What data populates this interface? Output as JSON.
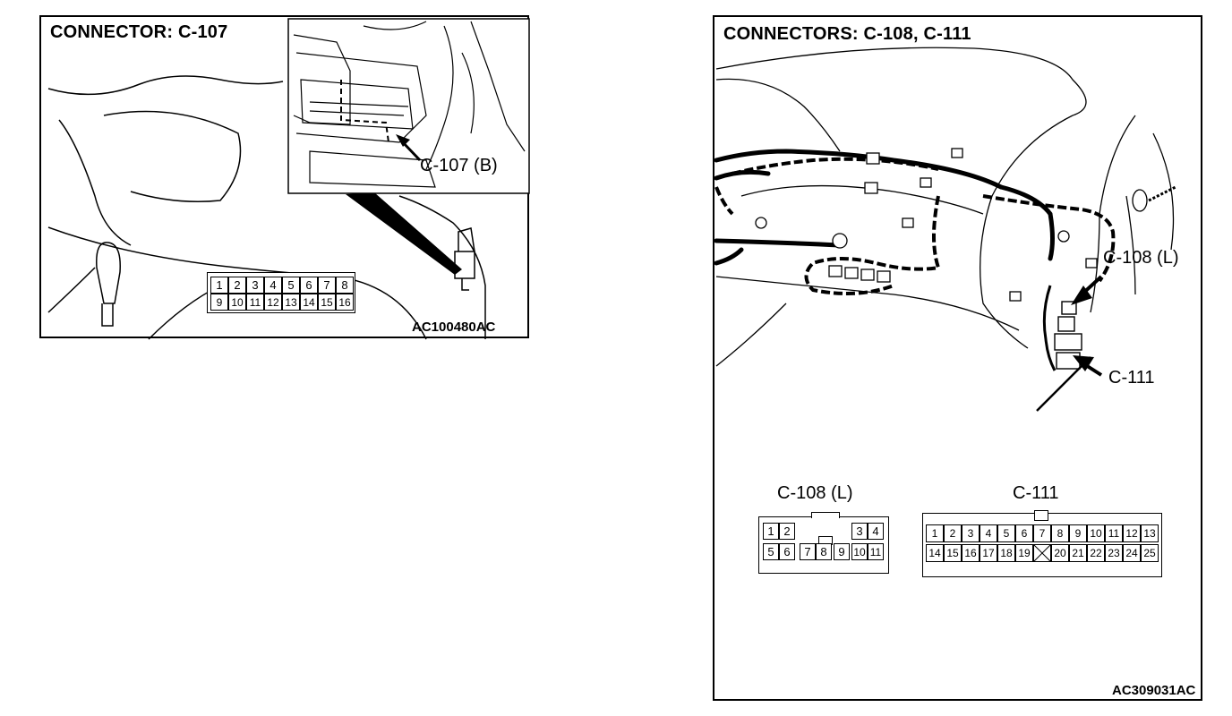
{
  "left_panel": {
    "title": "CONNECTOR: C-107",
    "callout": "C-107 (B)",
    "figure_code": "AC100480AC",
    "connector_pins": {
      "row1": [
        "1",
        "2",
        "3",
        "4",
        "5",
        "6",
        "7",
        "8"
      ],
      "row2": [
        "9",
        "10",
        "11",
        "12",
        "13",
        "14",
        "15",
        "16"
      ]
    }
  },
  "right_panel": {
    "title": "CONNECTORS: C-108, C-111",
    "callouts": [
      "C-108 (L)",
      "C-111"
    ],
    "figure_code": "AC309031AC",
    "c108": {
      "label": "C-108 (L)",
      "row1": [
        "1",
        "2",
        "",
        "",
        "",
        "3",
        "4"
      ],
      "row2": [
        "5",
        "6",
        "7",
        "8",
        "9",
        "10",
        "11"
      ]
    },
    "c111": {
      "label": "C-111",
      "row1": [
        "1",
        "2",
        "3",
        "4",
        "5",
        "6",
        "7",
        "8",
        "9",
        "10",
        "11",
        "12",
        "13"
      ],
      "row2": [
        "14",
        "15",
        "16",
        "17",
        "18",
        "19",
        "",
        "20",
        "21",
        "22",
        "23",
        "24",
        "25"
      ]
    }
  },
  "colors": {
    "line": "#000000",
    "background": "#ffffff"
  }
}
